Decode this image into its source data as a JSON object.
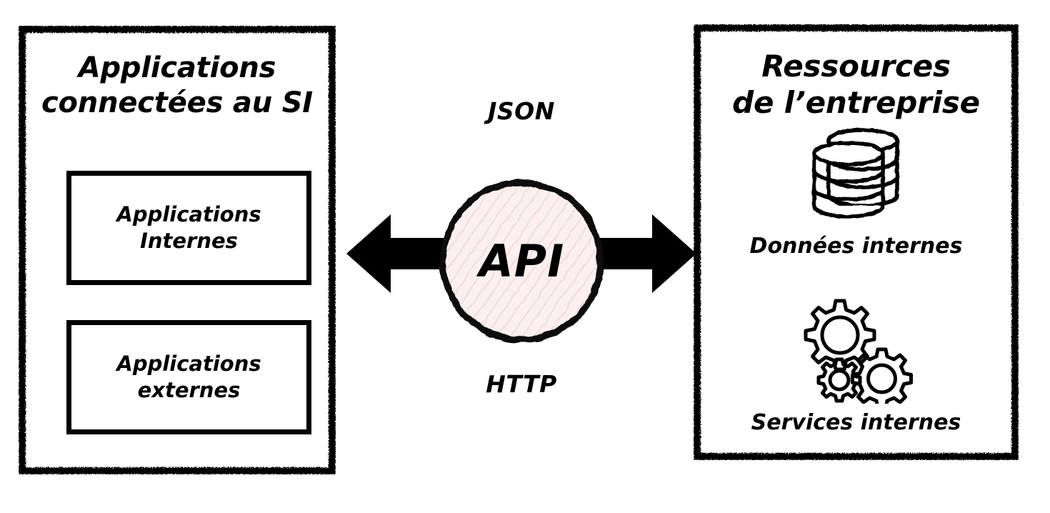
{
  "diagram": {
    "title_visible": false,
    "colors": {
      "stroke": "#000000",
      "background": "#ffffff",
      "api_fill": "#f9e9e9"
    },
    "left_panel": {
      "title": "Applications\nconnectées au SI",
      "boxes": [
        {
          "label": "Applications\nInternes",
          "name": "applications-internes"
        },
        {
          "label": "Applications\nexternes",
          "name": "applications-externes"
        }
      ]
    },
    "center": {
      "api_label": "API",
      "top_protocol": "JSON",
      "bottom_protocol": "HTTP",
      "arrow_left_icon": "arrow-left-icon",
      "arrow_right_icon": "arrow-right-icon"
    },
    "right_panel": {
      "title": "Ressources\nde l’entreprise",
      "resources": [
        {
          "label": "Données internes",
          "icon": "database-icon",
          "name": "donnees-internes"
        },
        {
          "label": "Services internes",
          "icon": "gears-icon",
          "name": "services-internes"
        }
      ]
    }
  }
}
